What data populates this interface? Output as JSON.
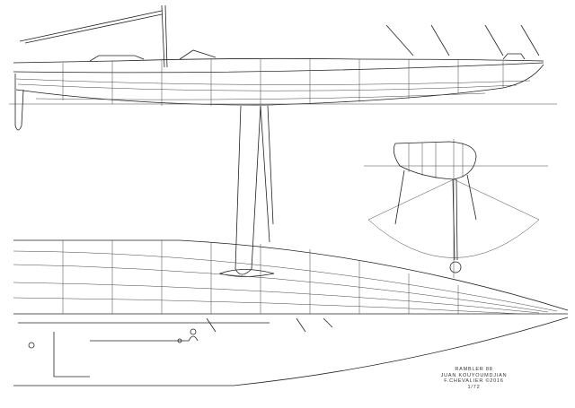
{
  "drawing": {
    "boat_name": "RAMBLER 88",
    "designer": "JUAN KOUYOUMDJIAN",
    "draughtsman": "F.CHEVALIER ©2016",
    "scale": "1/72",
    "views": [
      "profile",
      "midship-section",
      "plan"
    ],
    "line_color": "#222222",
    "background": "#ffffff"
  }
}
